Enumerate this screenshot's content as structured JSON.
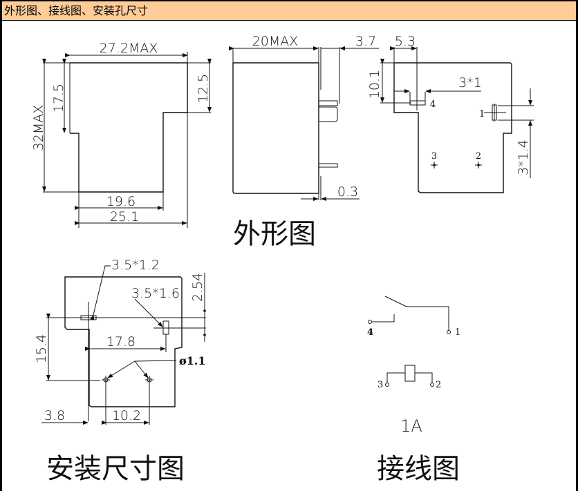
{
  "header": {
    "title": "外形图、接线图、安装孔尺寸",
    "background_color": "#ffcc99"
  },
  "outline_view": {
    "caption": "外形图",
    "front": {
      "width": "27.2MAX",
      "height": "32MAX",
      "left_step": "17.5",
      "right_step": "12.5",
      "inner_width": "19.6",
      "bottom_width": "25.1"
    },
    "side": {
      "depth": "20MAX",
      "pin_length": "3.7",
      "pin_thickness": "0.3"
    },
    "bottom": {
      "pin_offset_x": "5.3",
      "pin_offset_y": "10.1",
      "pin_size": "3*1",
      "pin_size_side": "3*1.4",
      "pins": [
        "4",
        "1",
        "3",
        "2"
      ]
    }
  },
  "mounting_view": {
    "caption": "安装尺寸图",
    "slot_left": "3.5*1.2",
    "slot_right": "3.5*1.6",
    "offset_vertical_small": "2.54",
    "height_span": "15.4",
    "width_span": "17.8",
    "hole_diameter": "ø1.1",
    "left_offset": "3.8",
    "hole_spacing": "10.2"
  },
  "wiring_view": {
    "caption": "接线图",
    "contact_type": "1A",
    "pins": [
      "4",
      "1",
      "3",
      "2"
    ]
  }
}
